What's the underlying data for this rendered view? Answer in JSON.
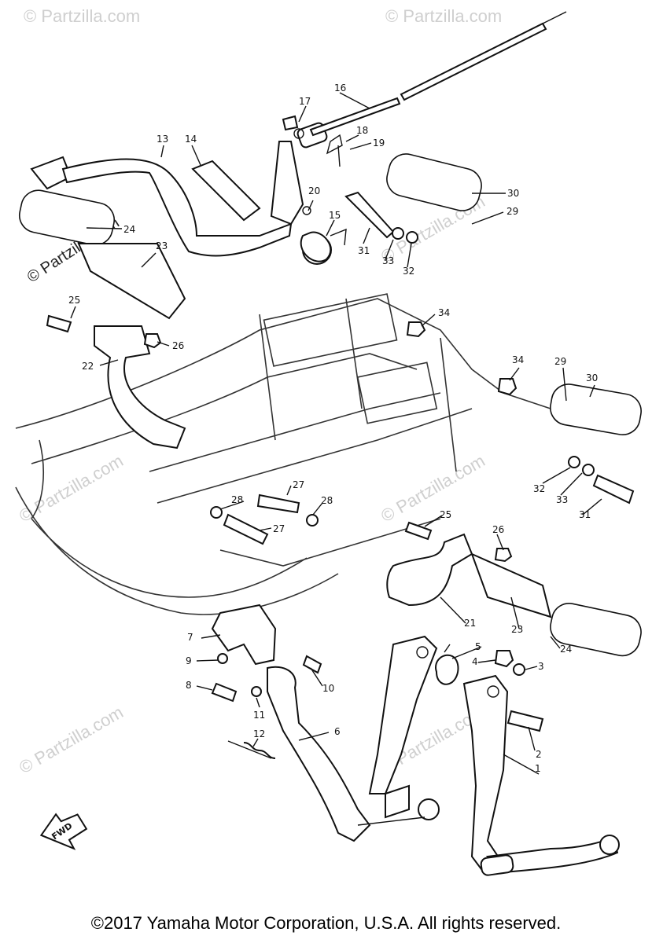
{
  "diagram": {
    "copyright": "©2017 Yamaha Motor Corporation, U.S.A. All rights reserved.",
    "fwd_label": "FWD",
    "watermarks": [
      "© Partzilla.com"
    ],
    "callouts": [
      {
        "label": "1"
      },
      {
        "label": "2"
      },
      {
        "label": "3"
      },
      {
        "label": "4"
      },
      {
        "label": "5"
      },
      {
        "label": "6"
      },
      {
        "label": "7"
      },
      {
        "label": "8"
      },
      {
        "label": "9"
      },
      {
        "label": "10"
      },
      {
        "label": "11"
      },
      {
        "label": "12"
      },
      {
        "label": "13"
      },
      {
        "label": "14"
      },
      {
        "label": "15"
      },
      {
        "label": "16"
      },
      {
        "label": "17"
      },
      {
        "label": "18"
      },
      {
        "label": "19"
      },
      {
        "label": "20"
      },
      {
        "label": "21"
      },
      {
        "label": "22"
      },
      {
        "label": "23"
      },
      {
        "label": "23"
      },
      {
        "label": "24"
      },
      {
        "label": "24"
      },
      {
        "label": "25"
      },
      {
        "label": "25"
      },
      {
        "label": "26"
      },
      {
        "label": "26"
      },
      {
        "label": "27"
      },
      {
        "label": "27"
      },
      {
        "label": "28"
      },
      {
        "label": "28"
      },
      {
        "label": "29"
      },
      {
        "label": "29"
      },
      {
        "label": "30"
      },
      {
        "label": "30"
      },
      {
        "label": "31"
      },
      {
        "label": "31"
      },
      {
        "label": "32"
      },
      {
        "label": "32"
      },
      {
        "label": "33"
      },
      {
        "label": "33"
      },
      {
        "label": "34"
      },
      {
        "label": "34"
      }
    ]
  }
}
